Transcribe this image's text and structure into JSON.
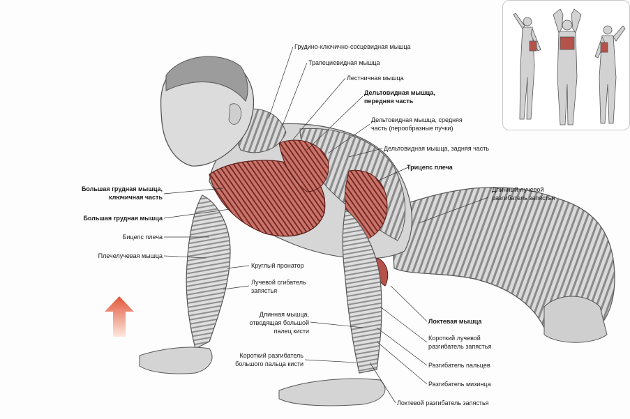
{
  "labels_right": {
    "l1": "Грудино-ключично-сосцевидная мышца",
    "l2": "Трапециевидная мышца",
    "l3": "Лестничная мышца",
    "l4a": "Дельтовидная мышца,",
    "l4b": "передняя часть",
    "l5a": "Дельтовидная мышца, средняя",
    "l5b": "часть (перообразные пучки)",
    "l6": "Дельтовидная мышца, задняя часть",
    "l7": "Трицепс плеча",
    "l8a": "Длинный лучевой",
    "l8b": "разгибатель запястья"
  },
  "labels_left": {
    "a1a": "Большая грудная мышца,",
    "a1b": "ключичная часть",
    "a2": "Большая грудная мышца",
    "a3": "Бицепс плеча",
    "a4": "Плечелучевая мышца"
  },
  "labels_center": {
    "c1": "Круглый пронатор",
    "c2a": "Лучевой сгибатель",
    "c2b": "запястья",
    "c3a": "Длинная мышца,",
    "c3b": "отводящая большой",
    "c3c": "палец кисти",
    "c4a": "Короткий разгибатель",
    "c4b": "большого пальца кисти"
  },
  "labels_bottom_right": {
    "b1": "Локтевая мышца",
    "b2a": "Короткий лучевой",
    "b2b": "разгибатель запястья",
    "b3": "Разгибатель пальцев",
    "b4": "Разгибатель мизинца",
    "b5": "Локтевой разгибатель запястья"
  },
  "colors": {
    "muscle_highlight": "#b5524a",
    "muscle_grey": "#9a9a9a",
    "skin_grey": "#d4d4d4",
    "arrow": "#e2714f",
    "leader_line": "#333333"
  }
}
